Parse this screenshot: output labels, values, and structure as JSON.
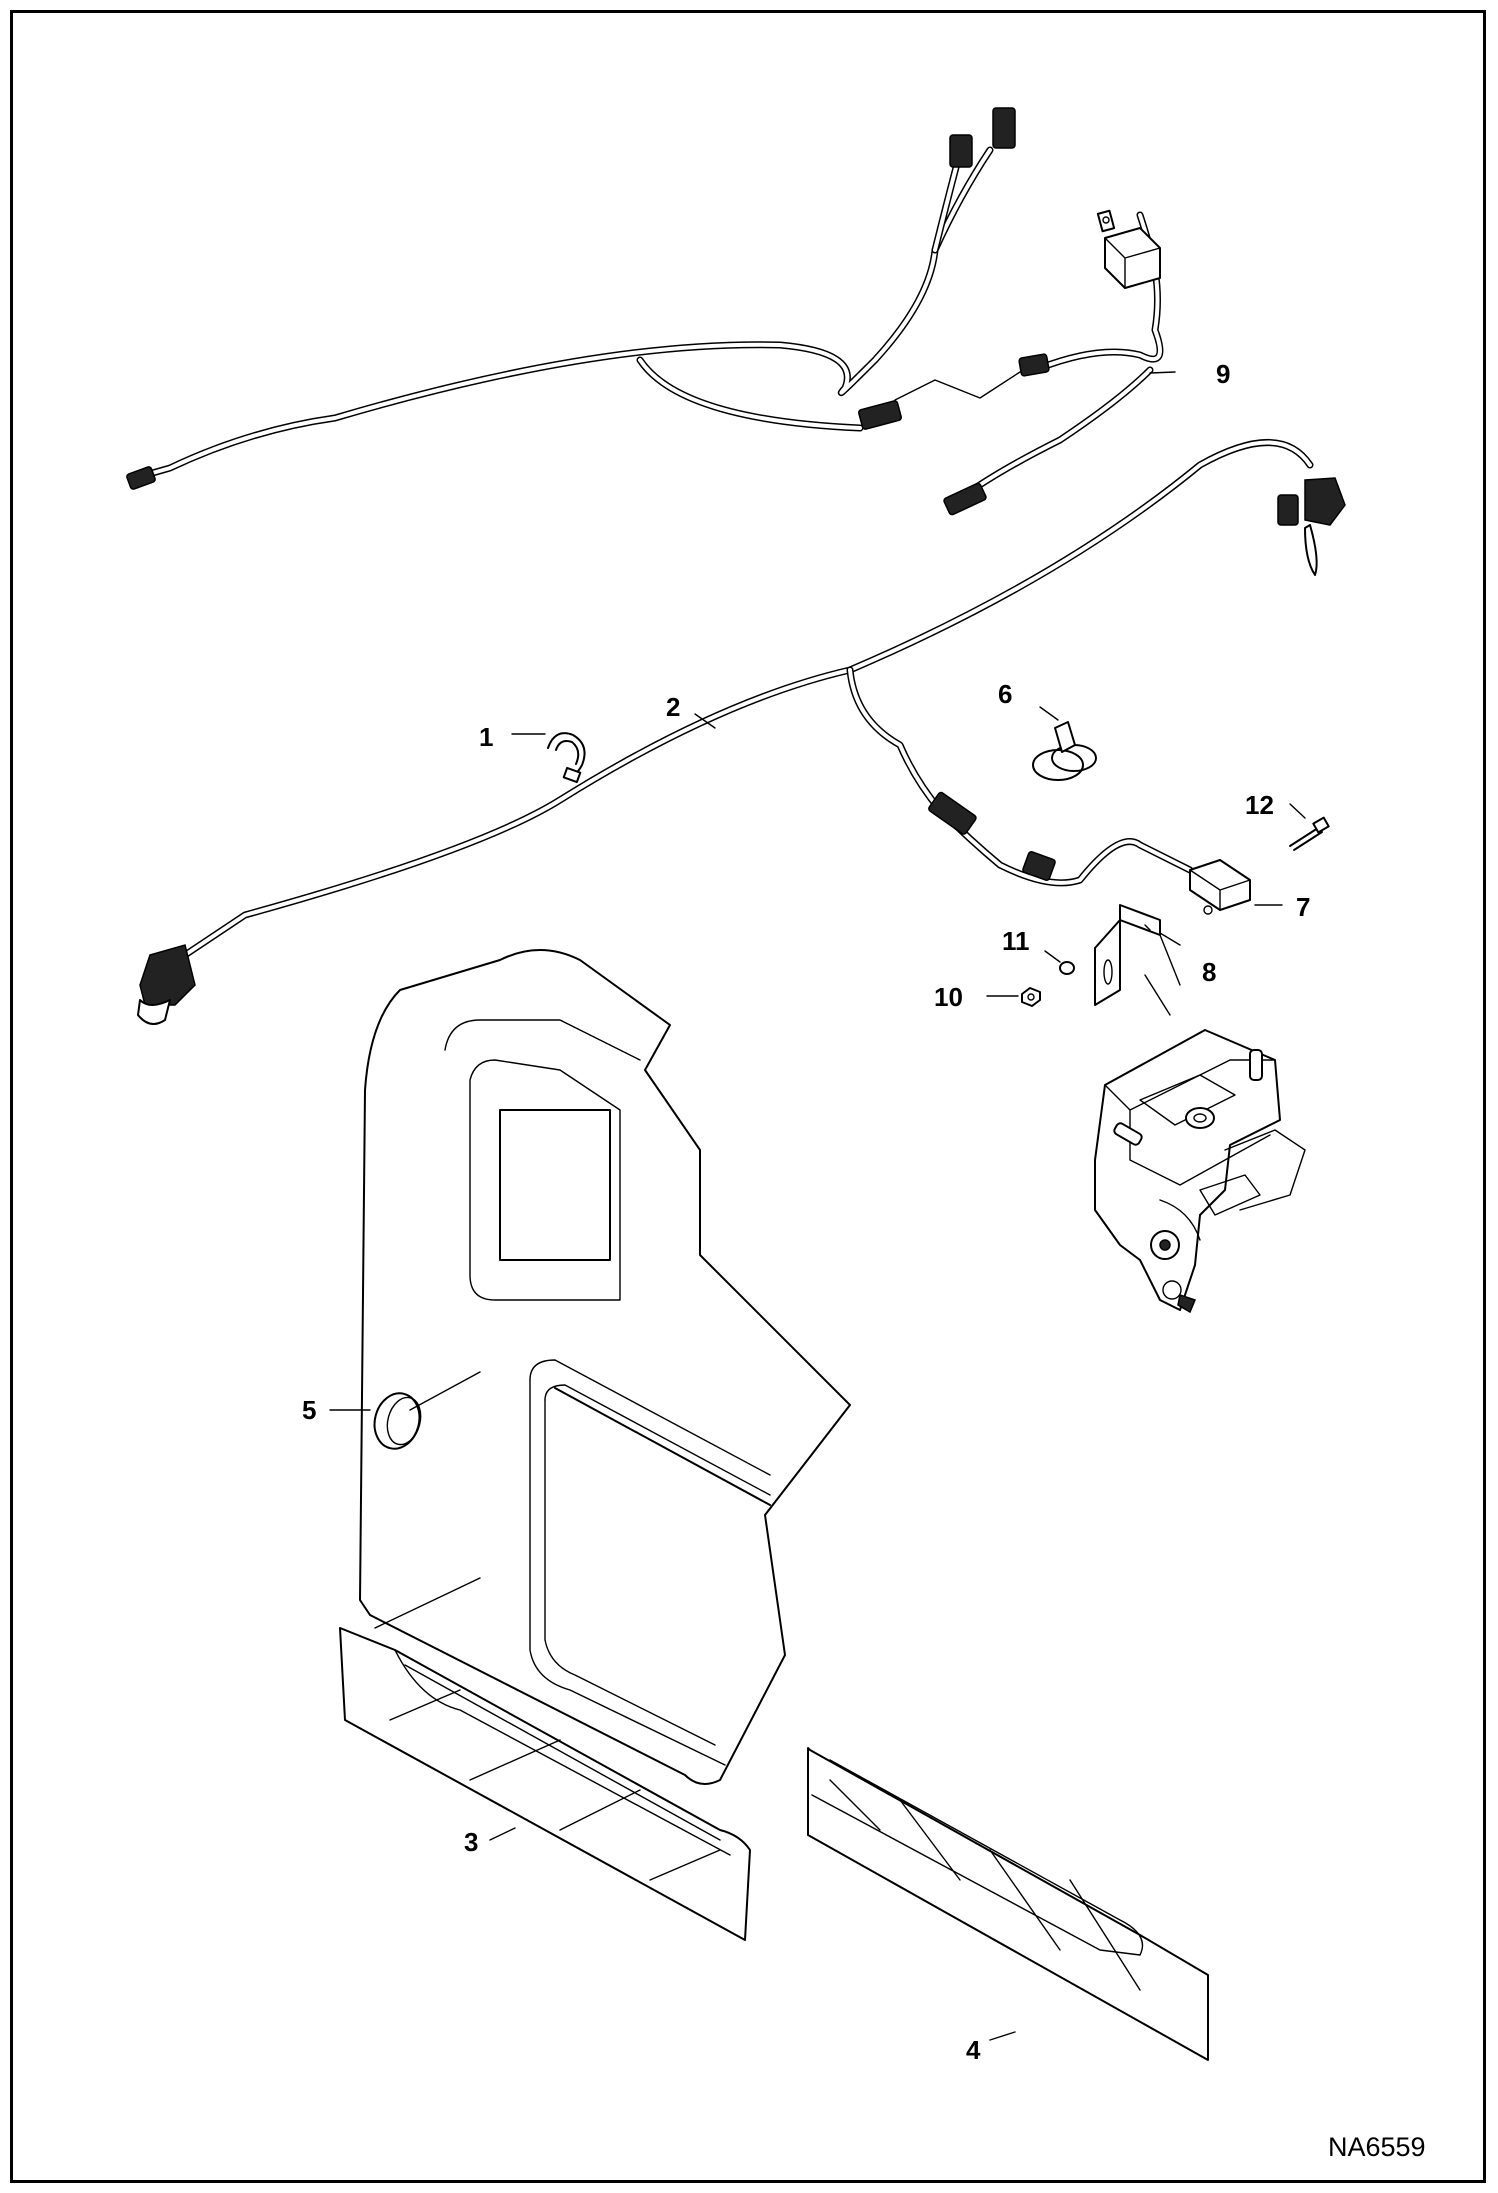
{
  "figure_id": "NA6559",
  "callouts": [
    {
      "id": "1",
      "label": "1"
    },
    {
      "id": "2",
      "label": "2"
    },
    {
      "id": "3",
      "label": "3"
    },
    {
      "id": "4",
      "label": "4"
    },
    {
      "id": "5",
      "label": "5"
    },
    {
      "id": "6",
      "label": "6"
    },
    {
      "id": "7",
      "label": "7"
    },
    {
      "id": "8",
      "label": "8"
    },
    {
      "id": "9",
      "label": "9"
    },
    {
      "id": "10",
      "label": "10"
    },
    {
      "id": "11",
      "label": "11"
    },
    {
      "id": "12",
      "label": "12"
    }
  ]
}
